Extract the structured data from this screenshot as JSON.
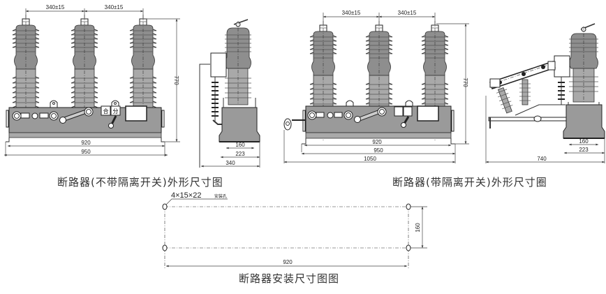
{
  "drawings": {
    "without_isolator": {
      "caption": "断路器(不带隔离开关)外形尺寸图",
      "front_view": {
        "pole_spacing_labels": [
          "340±15",
          "340±15"
        ],
        "height_label": "770",
        "width_inner_label": "920",
        "width_outer_label": "950",
        "indicator_labels": [
          "合",
          "分"
        ]
      },
      "side_view": {
        "base_inner_label": "160",
        "base_outer_label": "223",
        "overall_depth_label": "340"
      }
    },
    "with_isolator": {
      "caption": "断路器(带隔离开关)外形尺寸圈",
      "front_view": {
        "pole_spacing_labels": [
          "340±15",
          "340±15"
        ],
        "height_label": "770",
        "width_inner_label": "920",
        "width_mid_label": "950",
        "width_outer_label": "1050"
      },
      "side_view": {
        "base_inner_label": "160",
        "base_outer_label": "223",
        "overall_depth_label": "740"
      }
    },
    "mounting": {
      "caption": "断路器安装尺寸图图",
      "hole_spec_label": "4×15×22",
      "hole_spec_note": "安装孔",
      "width_label": "920",
      "depth_label": "160"
    }
  }
}
